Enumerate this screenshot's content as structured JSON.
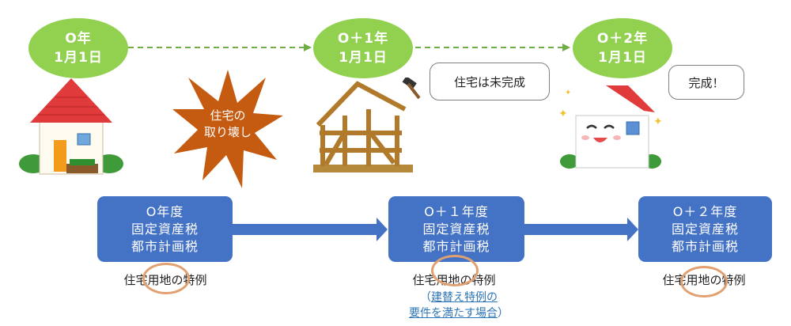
{
  "timeline": [
    {
      "year": "O年",
      "date": "1月1日"
    },
    {
      "year": "O＋1年",
      "date": "1月1日"
    },
    {
      "year": "O＋2年",
      "date": "1月1日"
    }
  ],
  "burst": {
    "line1": "住宅の",
    "line2": "取り壊し"
  },
  "bubbles": {
    "unfinished": "住宅は未完成",
    "complete": "完成！"
  },
  "taxes": [
    {
      "year": "O年度",
      "line2": "固定資産税",
      "line3": "都市計画税",
      "special": "住宅用地の特例"
    },
    {
      "year": "O＋１年度",
      "line2": "固定資産税",
      "line3": "都市計画税",
      "special": "住宅用地の特例"
    },
    {
      "year": "O＋２年度",
      "line2": "固定資産税",
      "line3": "都市計画税",
      "special": "住宅用地の特例"
    }
  ],
  "note": {
    "open": "（",
    "line1": "建替え特例の",
    "line2": "要件を満たす場合",
    "close": "）"
  },
  "colors": {
    "date_oval": "#92d050",
    "tax_box": "#4472c4",
    "arrow": "#4472c4",
    "burst": "#c55a11",
    "ring": "#e0a070",
    "note": "#2e75b6"
  }
}
